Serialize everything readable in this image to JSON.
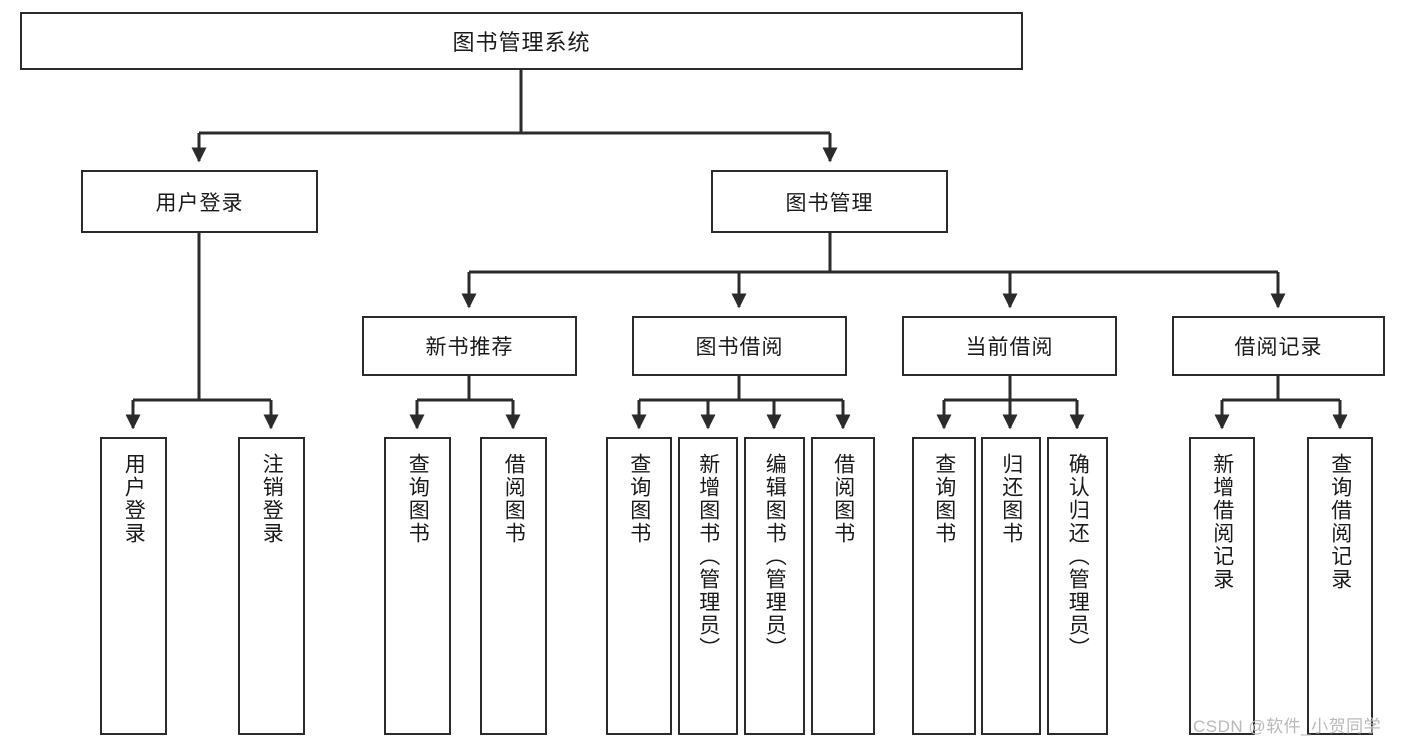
{
  "diagram": {
    "title": "图书管理系统",
    "watermark": "CSDN @软件_小贺同学",
    "colors": {
      "box_border": "#2b2b2b",
      "box_fill": "#ffffff",
      "edge": "#2b2b2b",
      "text": "#1a1a1a",
      "watermark": "#b9b9b9"
    },
    "root": {
      "label": "图书管理系统"
    },
    "level2": [
      {
        "label": "用户登录"
      },
      {
        "label": "图书管理"
      }
    ],
    "level3": [
      {
        "label": "新书推荐"
      },
      {
        "label": "图书借阅"
      },
      {
        "label": "当前借阅"
      },
      {
        "label": "借阅记录"
      }
    ],
    "leaves": {
      "user_login": [
        {
          "label": "用户登录"
        },
        {
          "label": "注销登录"
        }
      ],
      "new_book": [
        {
          "label": "查询图书"
        },
        {
          "label": "借阅图书"
        }
      ],
      "book_borrow": [
        {
          "label": "查询图书"
        },
        {
          "label": "新增图书（管理员）"
        },
        {
          "label": "编辑图书（管理员）"
        },
        {
          "label": "借阅图书"
        }
      ],
      "current_borrow": [
        {
          "label": "查询图书"
        },
        {
          "label": "归还图书"
        },
        {
          "label": "确认归还（管理员）"
        }
      ],
      "borrow_record": [
        {
          "label": "新增借阅记录"
        },
        {
          "label": "查询借阅记录"
        }
      ]
    }
  }
}
